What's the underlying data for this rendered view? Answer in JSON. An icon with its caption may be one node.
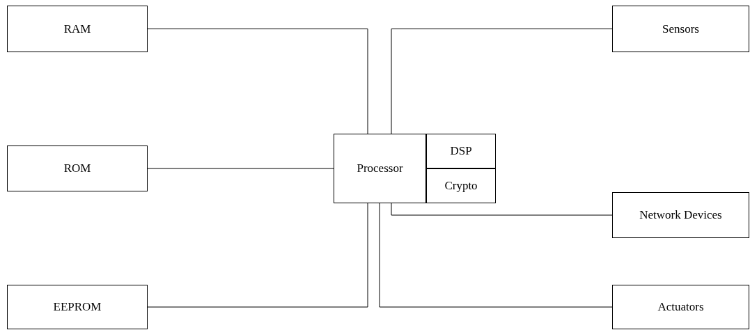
{
  "diagram": {
    "nodes": [
      {
        "text": [
          "RAM"
        ]
      },
      {
        "text": [
          "Sensors"
        ]
      },
      {
        "text": [
          "ROM"
        ]
      },
      {
        "text": [
          "Processor"
        ]
      },
      {
        "text": [
          "DSP"
        ]
      },
      {
        "text": [
          "Crypto"
        ]
      },
      {
        "text": [
          "Network Devices"
        ]
      },
      {
        "text": [
          "EEPROM"
        ]
      },
      {
        "text": [
          "Actuators"
        ]
      }
    ],
    "edges": [
      {
        "from": 0,
        "to": 3,
        "arrow": "none"
      },
      {
        "from": 1,
        "to": 3,
        "arrow": "none"
      },
      {
        "from": 2,
        "to": 3,
        "arrow": "none"
      },
      {
        "from": 3,
        "to": 6,
        "arrow": "none"
      },
      {
        "from": 7,
        "to": 3,
        "arrow": "none"
      },
      {
        "from": 3,
        "to": 8,
        "arrow": "none"
      }
    ]
  }
}
